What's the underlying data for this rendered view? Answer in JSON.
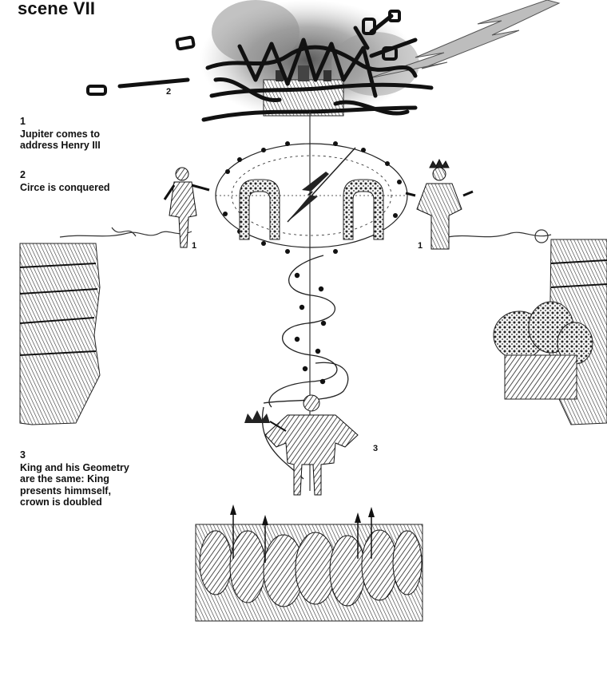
{
  "title": "scene VII",
  "notes": [
    {
      "number": "1",
      "text_lines": [
        "Jupiter comes to",
        "address Henry III"
      ]
    },
    {
      "number": "2",
      "text_lines": [
        "Circe is conquered"
      ]
    },
    {
      "number": "3",
      "text_lines": [
        "King and his Geometry",
        "are the same: King",
        "presents himmself,",
        "crown is doubled"
      ]
    }
  ],
  "figure_labels": {
    "top": "2",
    "left_figure": "1",
    "right_figure": "1",
    "king": "3"
  },
  "icons": [
    "lightning-bolt-icon",
    "crown-icon"
  ],
  "colors": {
    "ink": "#111111",
    "smoke": "#8a8a8a",
    "bolt": "#b8b8b8"
  }
}
